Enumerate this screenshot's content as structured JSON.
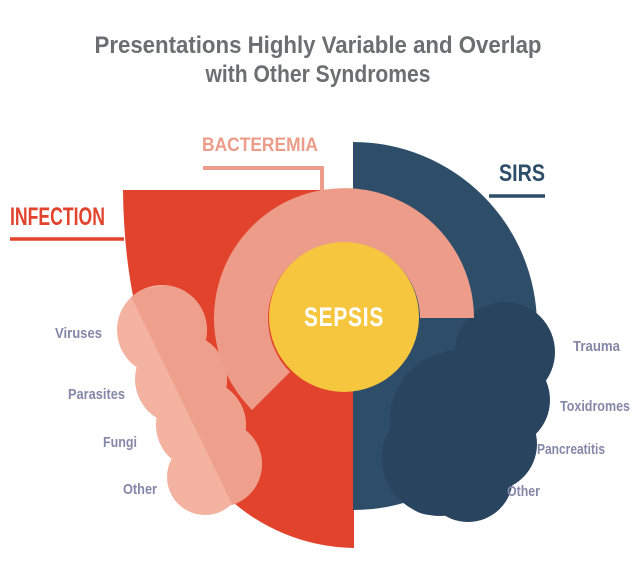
{
  "title": {
    "line1": "Presentations Highly Variable and Overlap",
    "line2": "with Other Syndromes"
  },
  "center": {
    "label": "SEPSIS"
  },
  "infection": {
    "label": "INFECTION",
    "items": [
      "Viruses",
      "Parasites",
      "Fungi",
      "Other"
    ]
  },
  "bacteremia": {
    "label": "BACTEREMIA"
  },
  "sirs": {
    "label": "SIRS",
    "items": [
      "Trauma",
      "Toxidromes",
      "Pancreatitis",
      "Other"
    ]
  },
  "colors": {
    "red": "#e2432c",
    "salmon": "#ec9c88",
    "salmon_light": "#f4b2a0",
    "salmon_mid": "#efa08c",
    "blue": "#2e4d68",
    "blue_dark": "#28445e",
    "yellow": "#f7c63f",
    "title_gray": "#6c6e70",
    "label_purple": "#8587a8",
    "white": "#ffffff",
    "infection_label": "#e2432c",
    "bacteremia_label": "#ec9c88",
    "sirs_label": "#2e4d68"
  }
}
